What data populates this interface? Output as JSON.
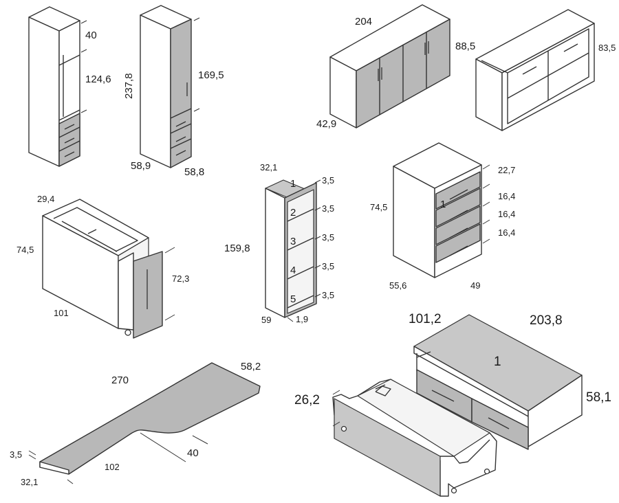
{
  "labels": {
    "tower1": {
      "top": "40",
      "mid": "124,6"
    },
    "tower2": {
      "height": "237,8",
      "door": "169,5",
      "width": "58,9",
      "depth": "58,8"
    },
    "sideboard": {
      "width": "204",
      "height": "88,5",
      "depth": "42,9"
    },
    "shelf_unit": {
      "height": "83,5"
    },
    "desk_pedestal": {
      "depth": "29,4",
      "height": "74,5",
      "width": "101",
      "drawer_h": "72,3"
    },
    "bookcase": {
      "depth": "32,1",
      "height": "159,8",
      "width": "59",
      "bottom": "1,9",
      "shelf_gap": "3,5",
      "numbers": [
        "1",
        "2",
        "3",
        "4",
        "5"
      ]
    },
    "chest": {
      "height": "74,5",
      "width": "55,6",
      "depth": "49",
      "numbers": [
        "1"
      ],
      "drawer_heights": [
        "22,7",
        "16,4",
        "16,4",
        "16,4"
      ]
    },
    "desk_top": {
      "length": "270",
      "depth": "58,2",
      "return": "102",
      "return_depth": "40",
      "thick": "3,5",
      "end": "32,1"
    },
    "bed": {
      "width": "101,2",
      "length": "203,8",
      "height": "58,1",
      "trundle_h": "26,2",
      "number": "1"
    }
  },
  "colors": {
    "panel_grey": "#b8b8b8",
    "outline": "#333333"
  }
}
